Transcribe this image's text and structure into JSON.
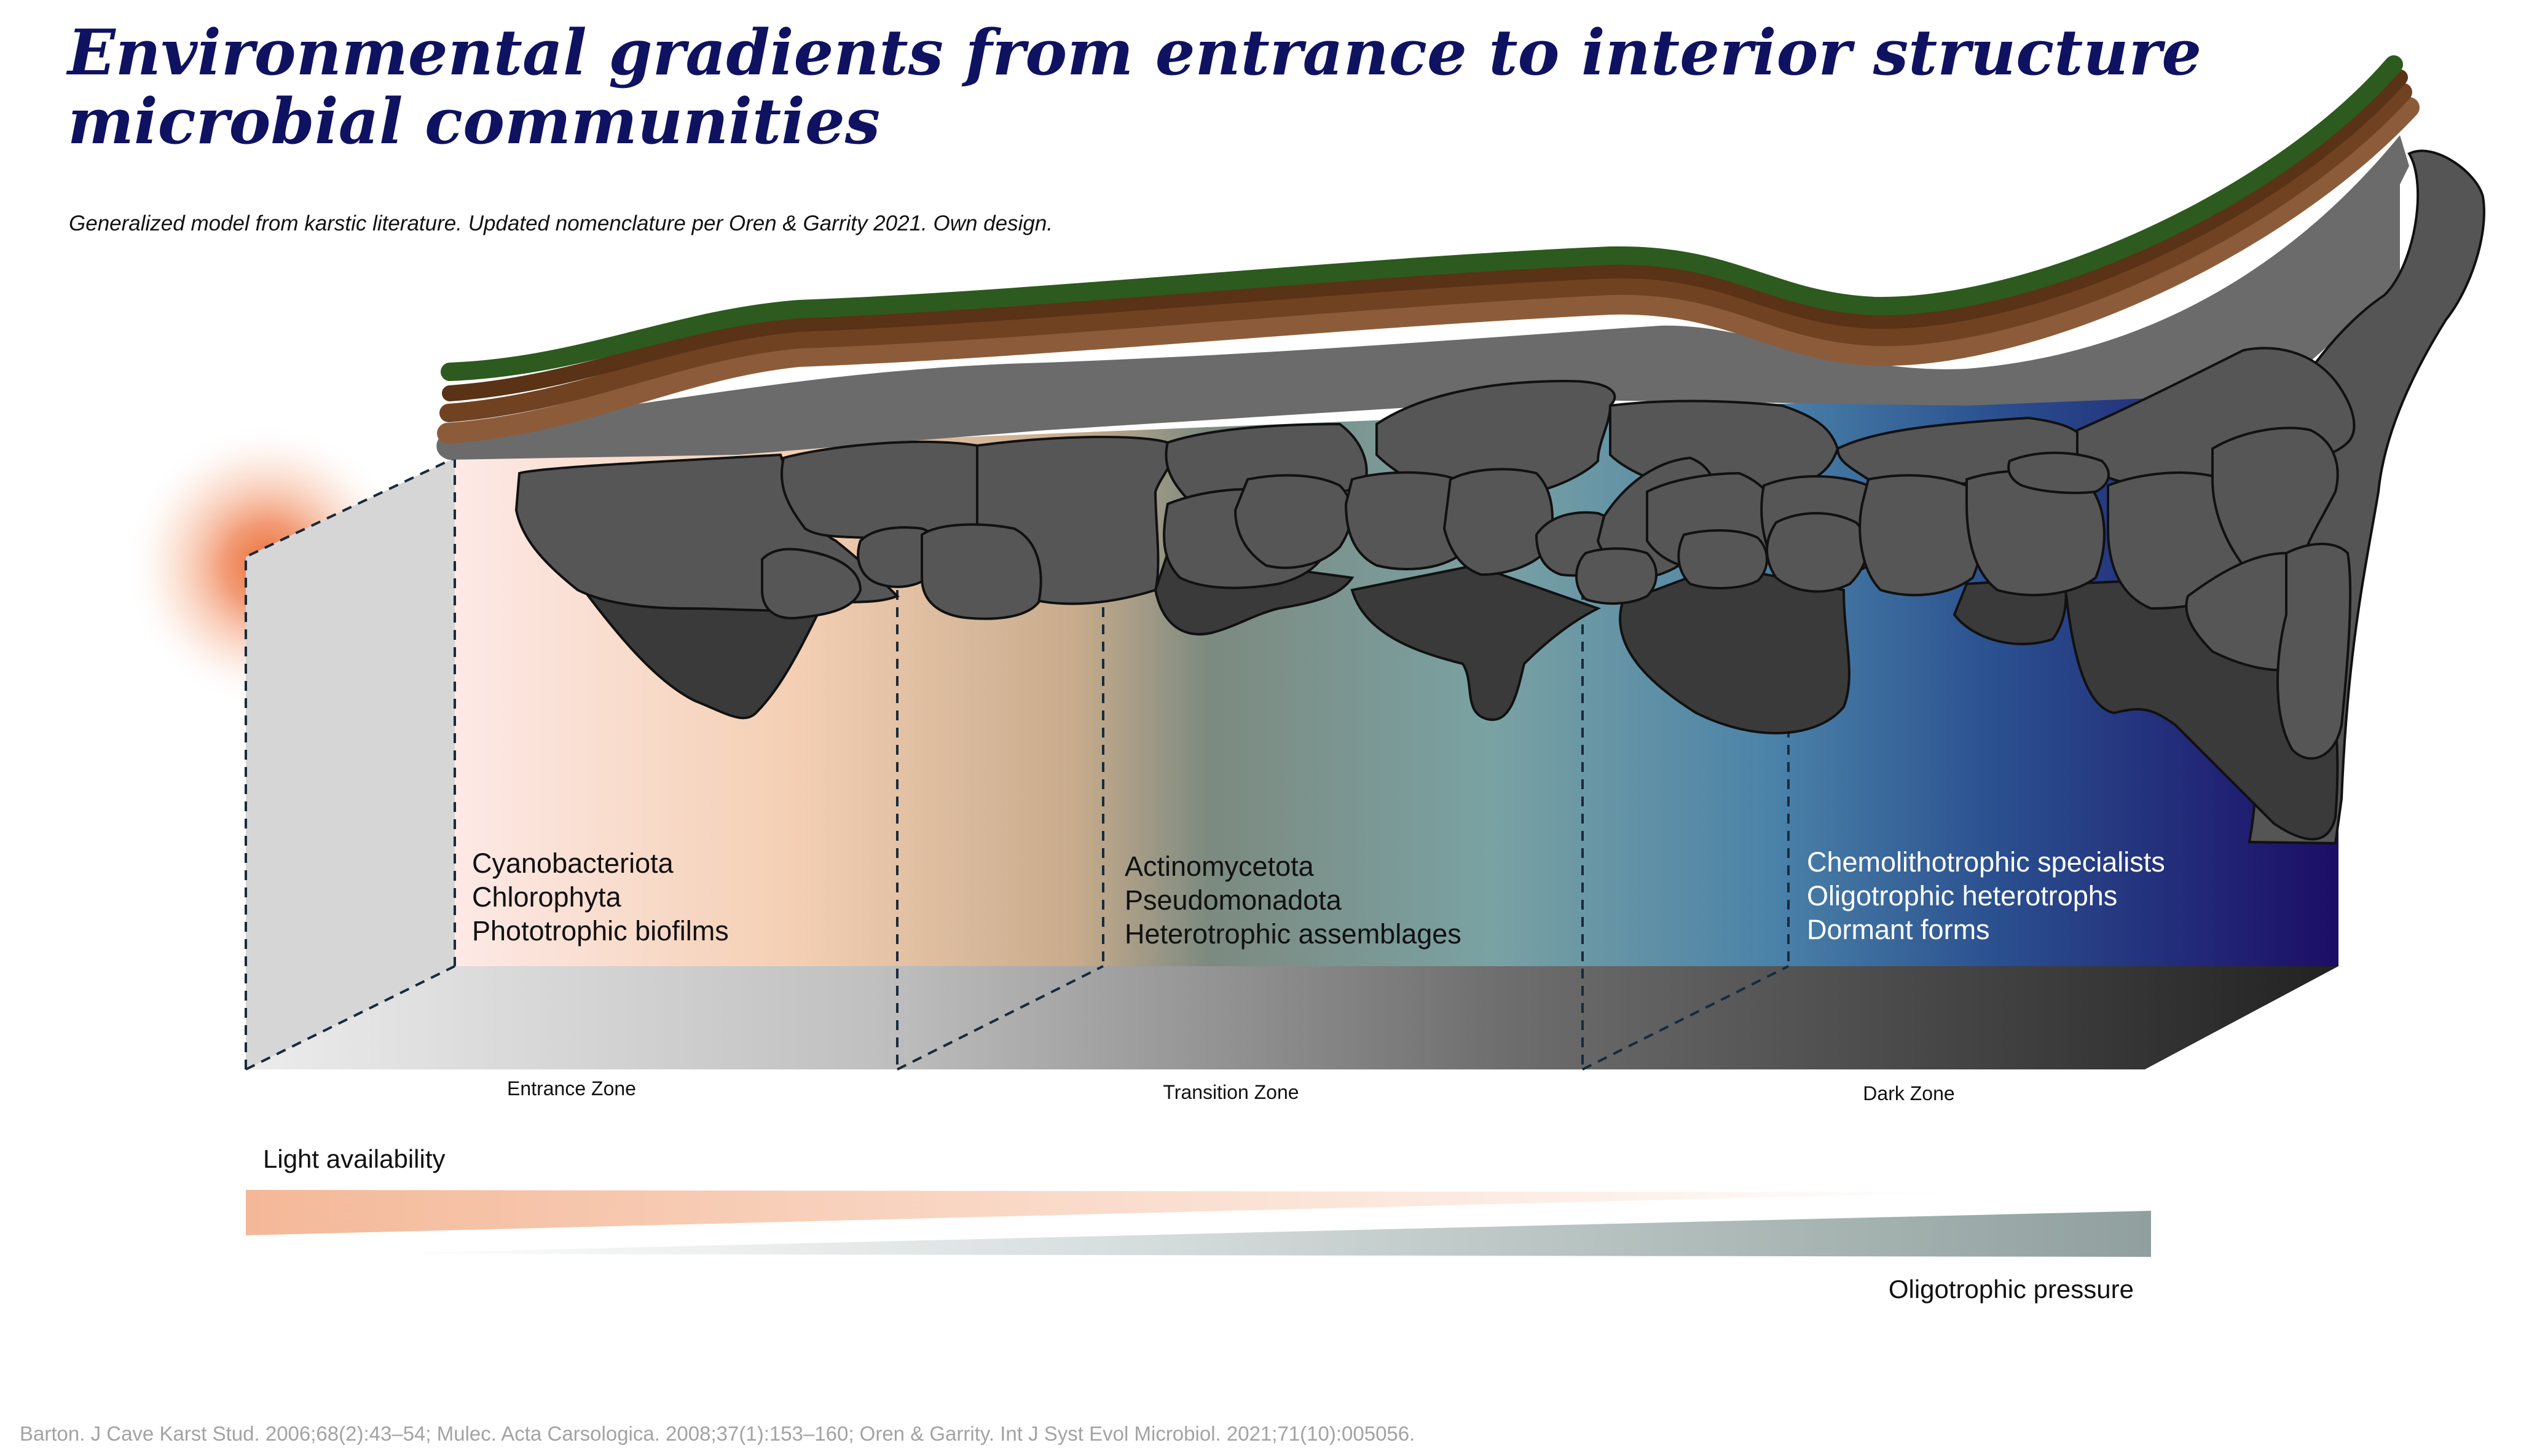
{
  "title": "Environmental gradients from entrance to interior structure microbial communities",
  "subtitle": "Generalized model from karstic literature. Updated nomenclature per Oren & Garrity 2021. Own design.",
  "zones": [
    {
      "label": "Entrance Zone",
      "taxa": [
        "Cyanobacteriota",
        "Chlorophyta",
        "Phototrophic biofilms"
      ]
    },
    {
      "label": "Transition Zone",
      "taxa": [
        "Actinomycetota",
        "Pseudomonadota",
        "Heterotrophic assemblages"
      ]
    },
    {
      "label": "Dark Zone",
      "taxa": [
        "Chemolithotrophic specialists",
        "Oligotrophic heterotrophs",
        "Dormant forms"
      ]
    }
  ],
  "gradients": {
    "light_label": "Light availability",
    "oligo_label": "Oligotrophic pressure"
  },
  "colors": {
    "title": "#0f1260",
    "light_source": "#e8642a",
    "vegetation": "#2d5a1e",
    "soil_dark": "#5a3216",
    "soil_mid": "#704222",
    "soil_light": "#8c5c3a",
    "rock": "#555555",
    "rock_dark": "#3a3a3a",
    "entrance_tint": "#fbe3dc",
    "transition_tint": "#5c97a6",
    "dark_tint": "#1c0d66",
    "oligo_bar": "#90a09e"
  },
  "footer": "Barton. J Cave Karst Stud. 2006;68(2):43–54; Mulec. Acta Carsologica. 2008;37(1):153–160; Oren & Garrity. Int J Syst Evol Microbiol. 2021;71(10):005056."
}
